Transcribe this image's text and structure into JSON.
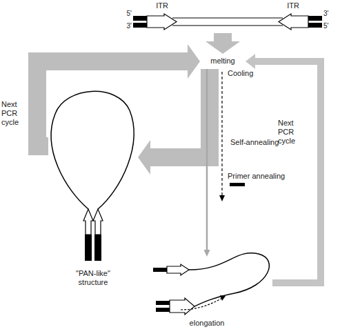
{
  "diagram": {
    "nodes": [
      {
        "text": [
          "ITR",
          "ITR",
          "5'",
          "3'",
          "3'",
          "5'"
        ]
      },
      {
        "text": [
          "melting"
        ]
      },
      {
        "text": [
          "\"PAN-like\" structure"
        ]
      },
      {
        "text": [
          "elongation"
        ]
      }
    ],
    "edges": [
      {
        "from": 0,
        "to": 1,
        "arrow": "to"
      },
      {
        "from": 1,
        "to": 2,
        "arrow": "to"
      },
      {
        "from": 2,
        "to": 1,
        "arrow": "to",
        "label": "Next PCR cycle"
      },
      {
        "from": 1,
        "to": 3,
        "arrow": "to"
      },
      {
        "from": 3,
        "to": 1,
        "arrow": "to",
        "label": "Next PCR cycle"
      }
    ],
    "labels": [
      "Cooling",
      "Self-annealing",
      "Primer annealing"
    ]
  }
}
